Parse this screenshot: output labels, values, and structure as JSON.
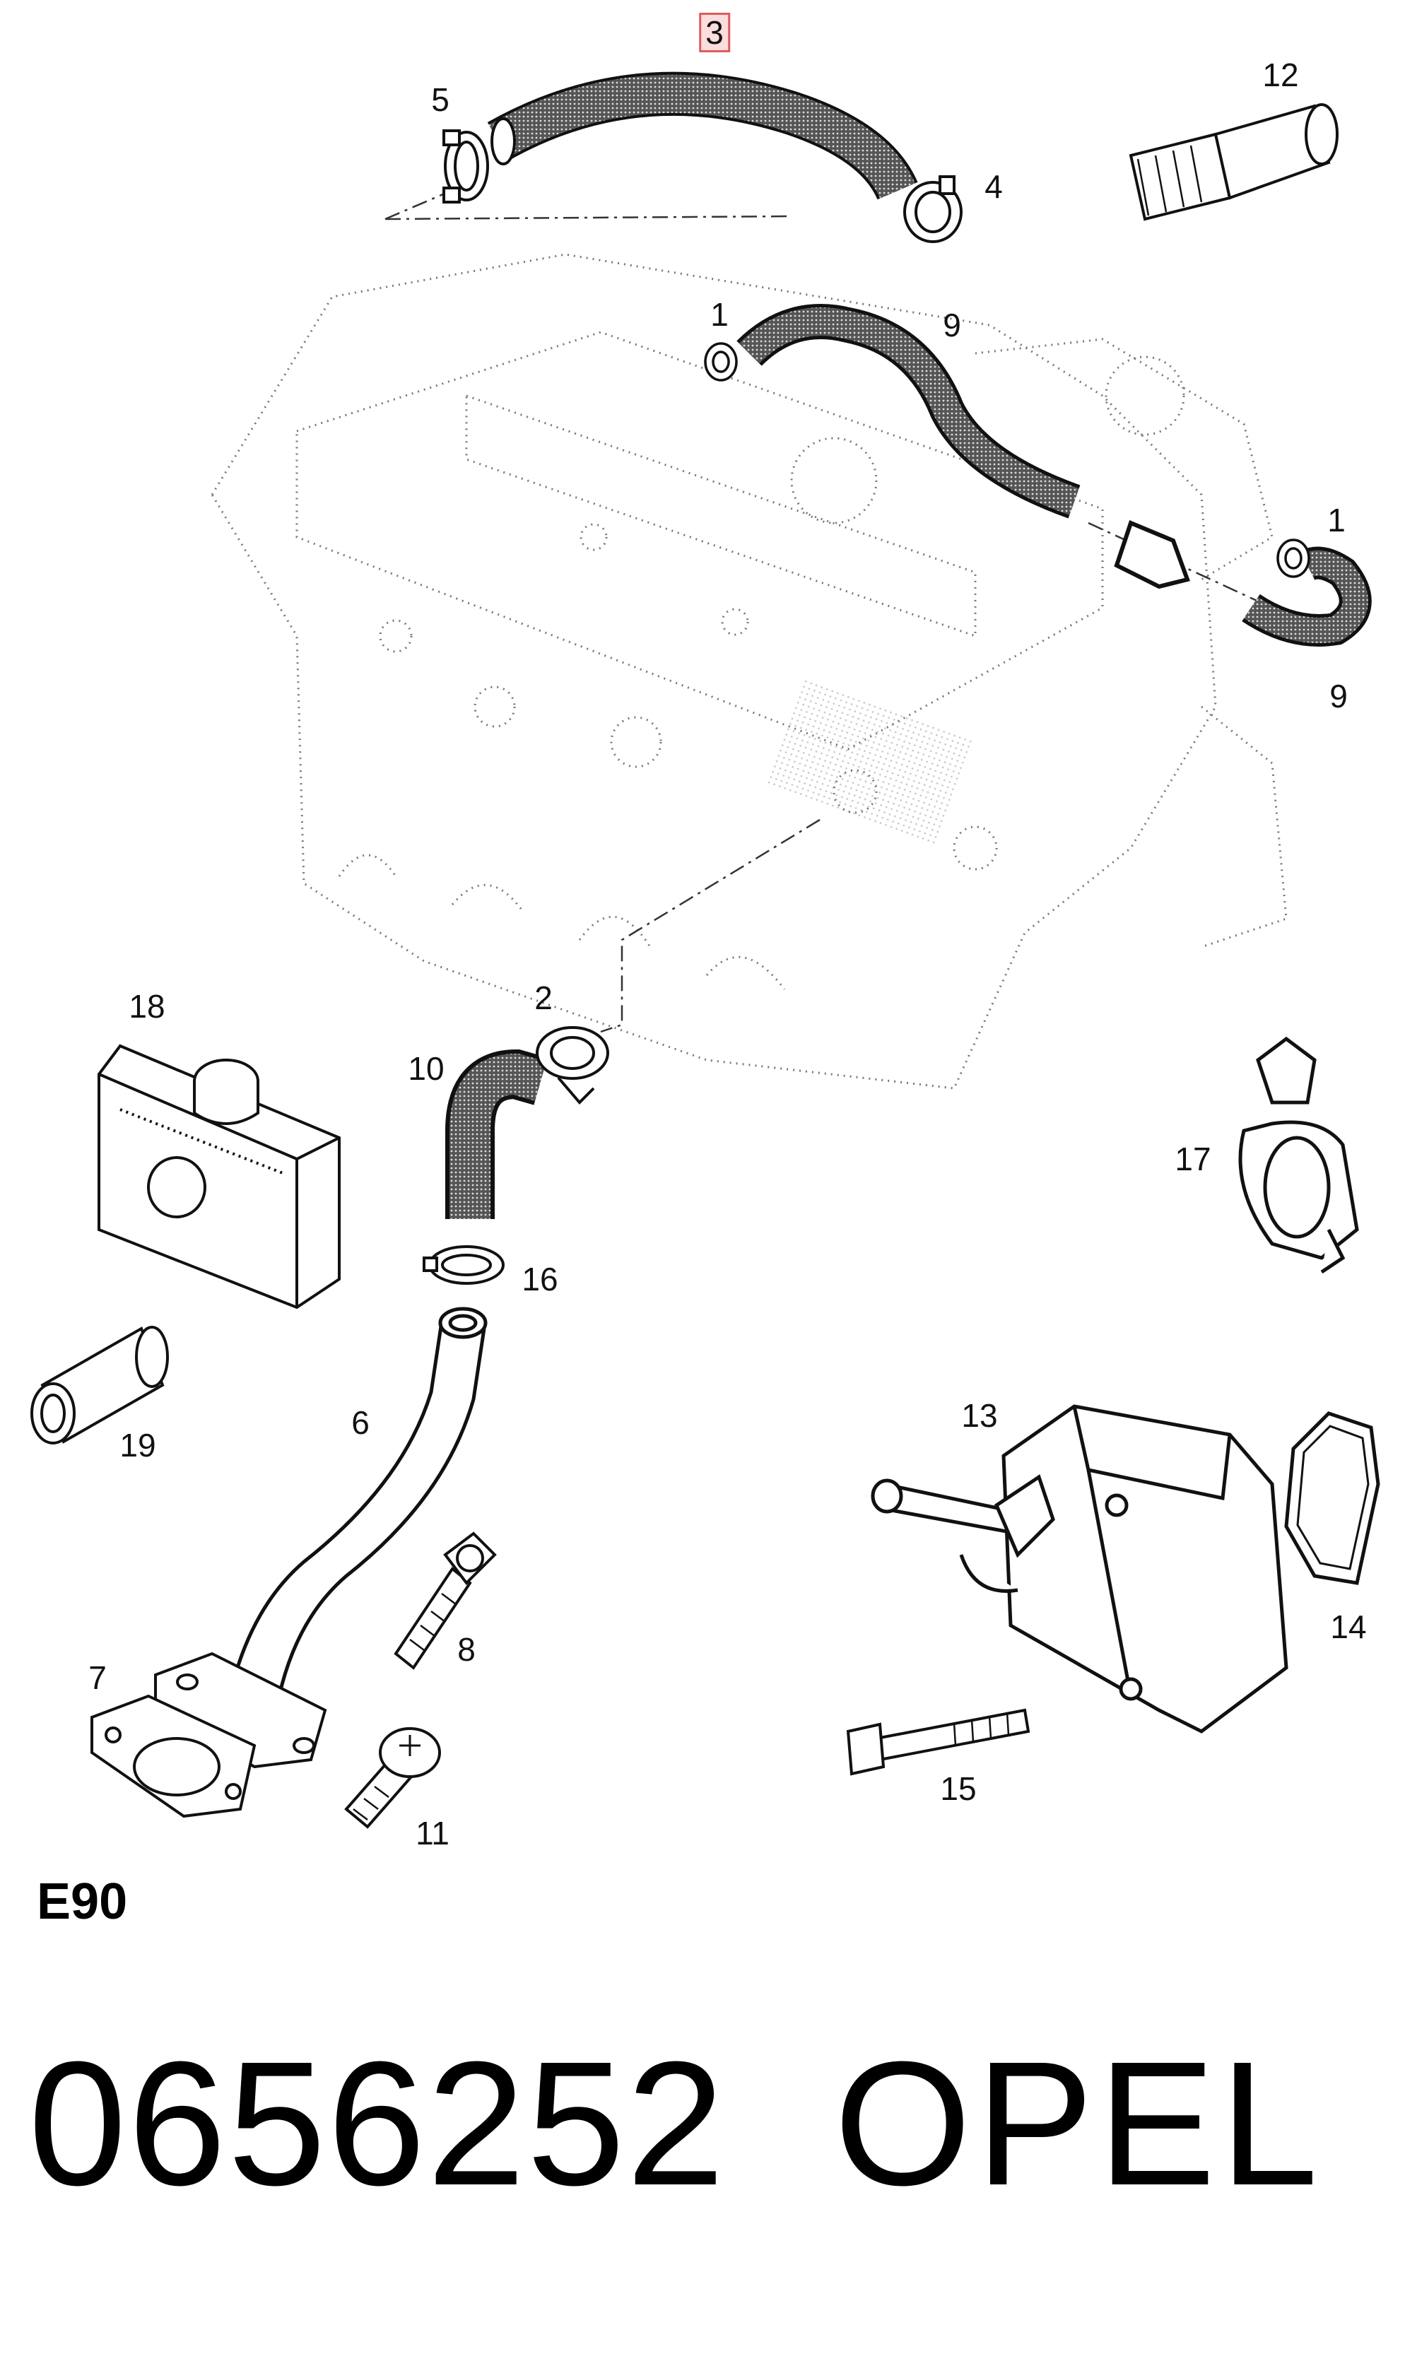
{
  "diagram": {
    "section_code": "E90",
    "part_number": "0656252",
    "brand": "OPEL",
    "highlighted_callout": "3",
    "callouts": [
      "3",
      "12",
      "5",
      "4",
      "1",
      "9",
      "1",
      "9",
      "18",
      "2",
      "10",
      "17",
      "16",
      "19",
      "6",
      "13",
      "14",
      "8",
      "7",
      "15",
      "11"
    ]
  },
  "colors": {
    "ink": "#111111",
    "highlight": "#e05a5a",
    "background": "#ffffff"
  }
}
